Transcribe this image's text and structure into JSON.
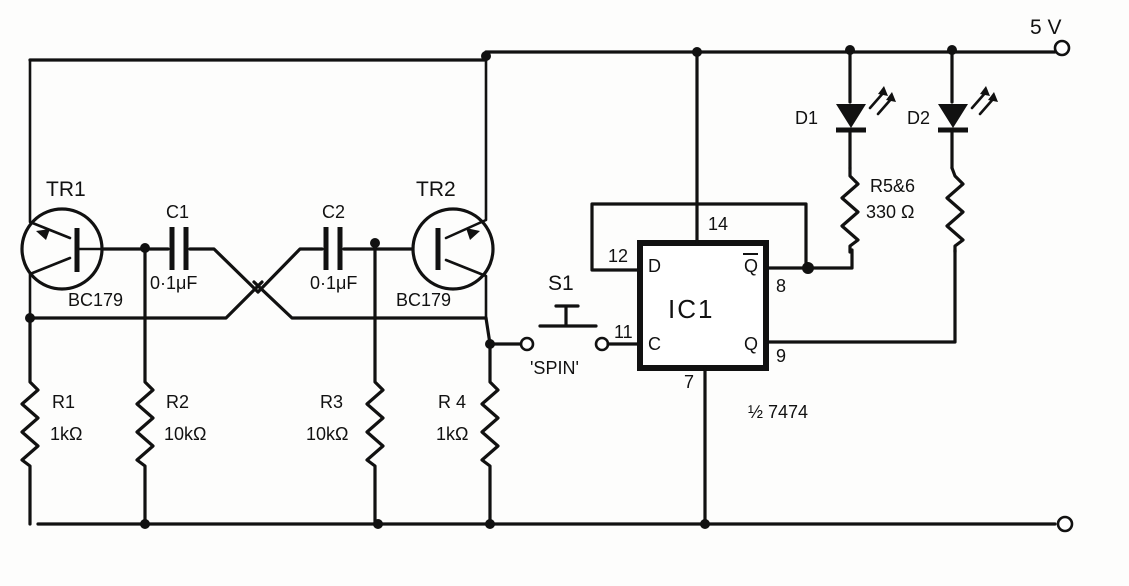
{
  "supply": {
    "voltage": "5 V"
  },
  "transistors": [
    {
      "ref": "TR1",
      "part": "BC179"
    },
    {
      "ref": "TR2",
      "part": "BC179"
    }
  ],
  "capacitors": [
    {
      "ref": "C1",
      "value": "0·1μF"
    },
    {
      "ref": "C2",
      "value": "0·1μF"
    }
  ],
  "resistors": [
    {
      "ref": "R1",
      "value": "1kΩ"
    },
    {
      "ref": "R2",
      "value": "10kΩ"
    },
    {
      "ref": "R3",
      "value": "10kΩ"
    },
    {
      "ref": "R 4",
      "value": "1kΩ"
    },
    {
      "ref": "R5&6",
      "value": "330 Ω"
    }
  ],
  "leds": [
    {
      "ref": "D1"
    },
    {
      "ref": "D2"
    }
  ],
  "switch": {
    "ref": "S1",
    "label": "'SPIN'"
  },
  "ic": {
    "ref": "IC1",
    "part": "½ 7474",
    "pins": {
      "d": "D",
      "c": "C",
      "q": "Q",
      "qbar": "Q",
      "pin12": "12",
      "pin11": "11",
      "pin14": "14",
      "pin8": "8",
      "pin9": "9",
      "pin7": "7"
    }
  }
}
